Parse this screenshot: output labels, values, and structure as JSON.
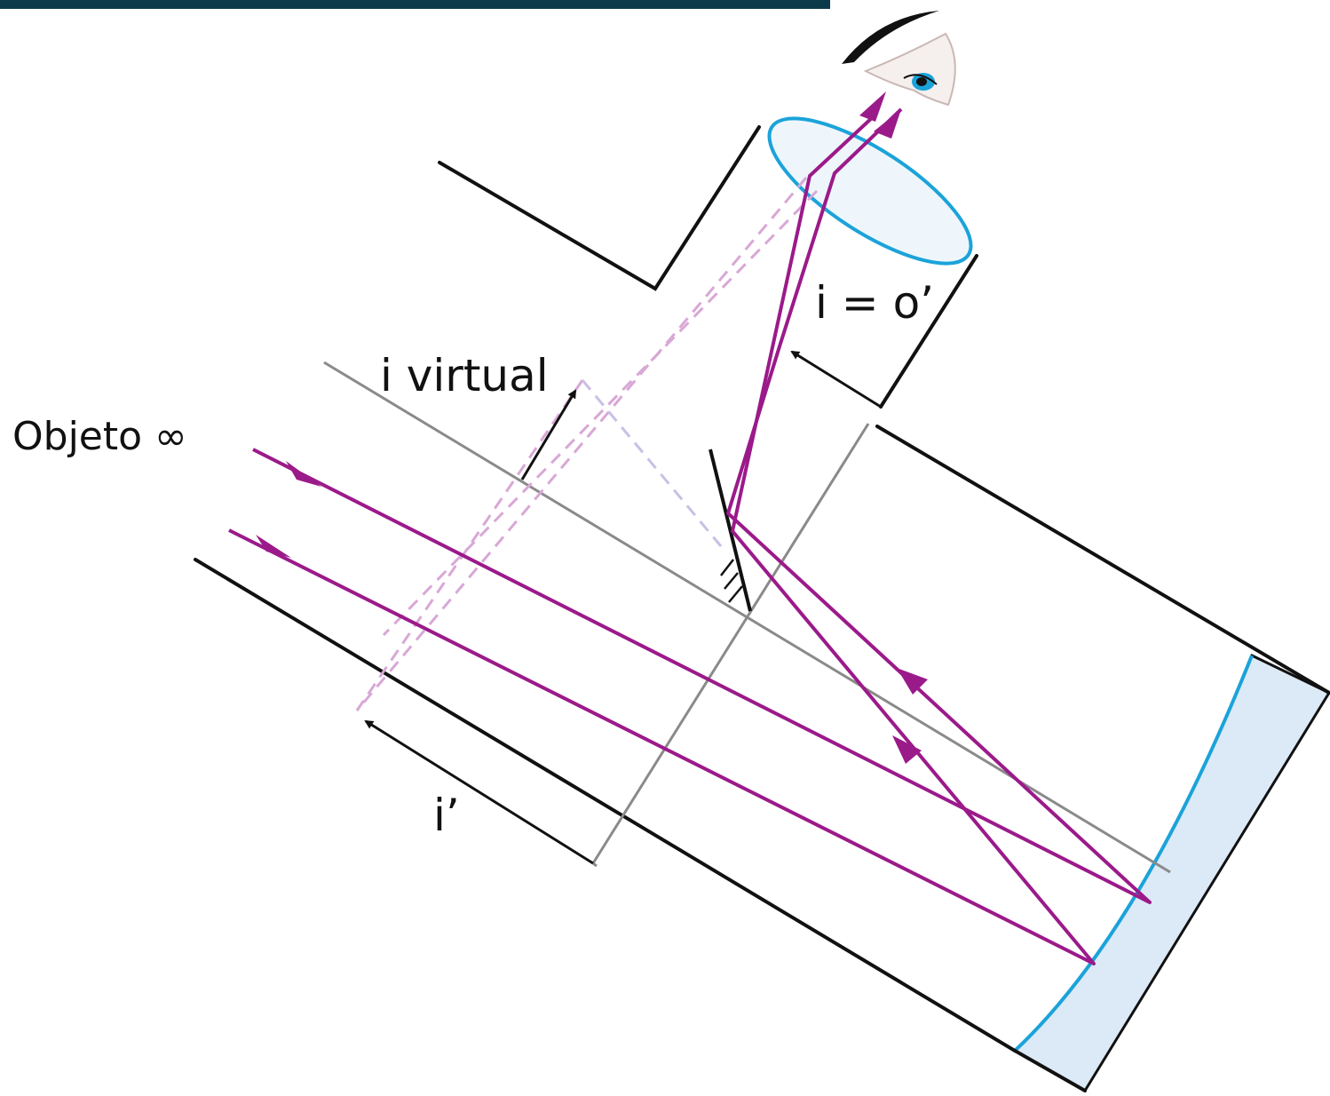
{
  "labels": {
    "object": "Objeto ∞",
    "virtual_image": "i virtual",
    "final_image": "i = o’",
    "intermediate_image": "i’"
  },
  "colors": {
    "header_bar": "#0c3a4a",
    "tube_outline": "#111111",
    "optical_axis": "#8a8a8a",
    "ray": "#9b1a8a",
    "virtual_ray": "#d8a8d6",
    "virtual_ray_light": "#c9bfe6",
    "lens_outline": "#1ba3d9",
    "glass_fill": "#dce9f7",
    "arrow": "#111111"
  },
  "icons": {
    "eye": "eye-icon"
  }
}
